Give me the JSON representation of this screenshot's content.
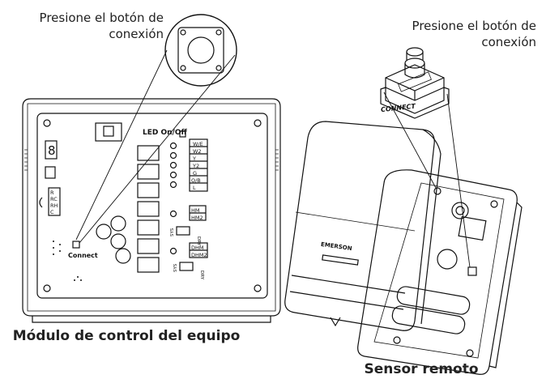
{
  "callouts": {
    "left": "Presione el botón de conexión",
    "right": "Presione el botón de conexión"
  },
  "titles": {
    "left": "Módulo de control del equipo",
    "right": "Sensor remoto"
  },
  "module": {
    "led_label": "LED On/Off",
    "connect_label": "Connect",
    "terminals_right": [
      "W/E",
      "W2",
      "Y",
      "Y2",
      "G",
      "O/B",
      "L"
    ],
    "terminals_left": [
      "R",
      "RC",
      "RH",
      "C"
    ],
    "hm_label_1": "HM",
    "hm_label_2": "HM2",
    "dhm_label_1": "DHM",
    "dhm_label_2": "DHM2",
    "sys_label_1": "SYS",
    "dry_label_1": "DRY",
    "sys_label_2": "SYS",
    "dry_label_2": "DRY"
  },
  "sensor": {
    "brand": "EMERSON",
    "connect_label": "CONNECT"
  }
}
